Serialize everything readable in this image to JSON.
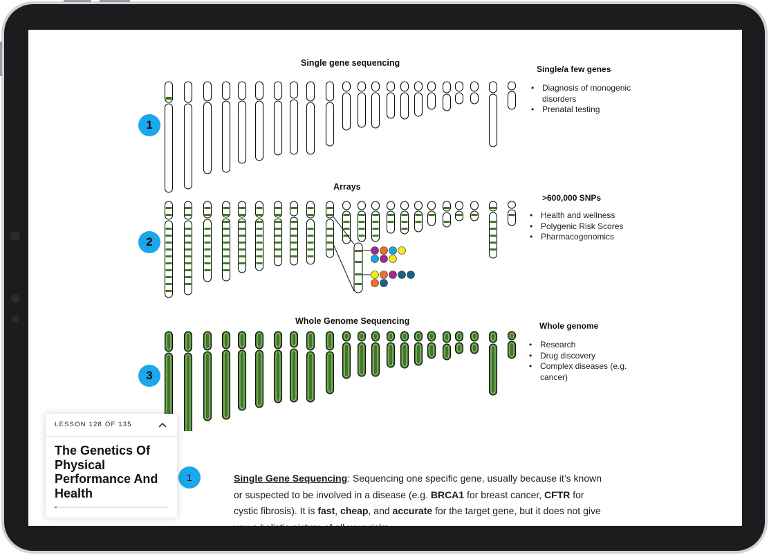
{
  "figure": {
    "panels": [
      {
        "badge": "1",
        "title": "Single gene sequencing",
        "side_title": "Single/a few genes",
        "bullets": [
          "Diagnosis of monogenic disorders",
          "Prenatal testing"
        ]
      },
      {
        "badge": "2",
        "title": "Arrays",
        "side_title": ">600,000 SNPs",
        "bullets": [
          "Health and wellness",
          "Polygenic Risk Scores",
          "Pharmacogenomics"
        ]
      },
      {
        "badge": "3",
        "title": "Whole Genome Sequencing",
        "side_title": "Whole genome",
        "bullets": [
          "Research",
          "Drug discovery",
          "Complex diseases (e.g. cancer)"
        ]
      }
    ],
    "colors": {
      "band": "#3f7a23",
      "badge": "#1aa7ec",
      "outline": "#111111"
    },
    "snp_bead_colors": [
      "#9b2d8f",
      "#e8722a",
      "#18a7e0",
      "#f6e81e",
      "#1f5f8b"
    ]
  },
  "lesson": {
    "count": "LESSON 128 OF 135",
    "title": "The Genetics Of Physical Performance And Health",
    "toggle_icon": "chevron-up-icon",
    "progress": 0.02
  },
  "body": {
    "badge": "1",
    "heading": "Single Gene Sequencing",
    "text_1": ": Sequencing one specific gene, usually because it’s known or suspected to be involved in a disease (e.g. ",
    "bold_1": "BRCA1",
    "text_2": " for breast cancer, ",
    "bold_2": "CFTR",
    "text_3": " for cystic fibrosis). It is ",
    "bold_3": "fast",
    "text_4": ", ",
    "bold_4": "cheap",
    "text_5": ", and ",
    "bold_5": "accurate",
    "text_6": " for the target gene, but it does not give you a holistic picture of all your risks."
  }
}
